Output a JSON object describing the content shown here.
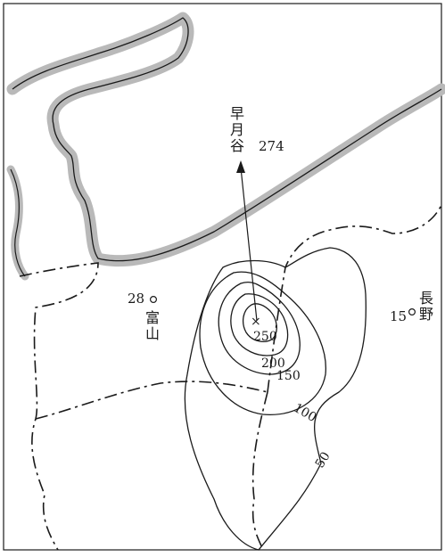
{
  "map": {
    "stations": [
      {
        "name_lines": [
          "早",
          "月",
          "谷"
        ],
        "value": "274"
      },
      {
        "name_lines": [
          "富",
          "山"
        ],
        "value": "28"
      },
      {
        "name_lines": [
          "長",
          "野"
        ],
        "value": "15"
      }
    ],
    "contours": [
      {
        "label": "250"
      },
      {
        "label": "200"
      },
      {
        "label": "150"
      },
      {
        "label": "100"
      },
      {
        "label": "50"
      }
    ],
    "max_marker": "×",
    "colors": {
      "ink": "#1a1a1a",
      "sea_shading": "#b9b9b9",
      "paper": "#ffffff"
    }
  }
}
